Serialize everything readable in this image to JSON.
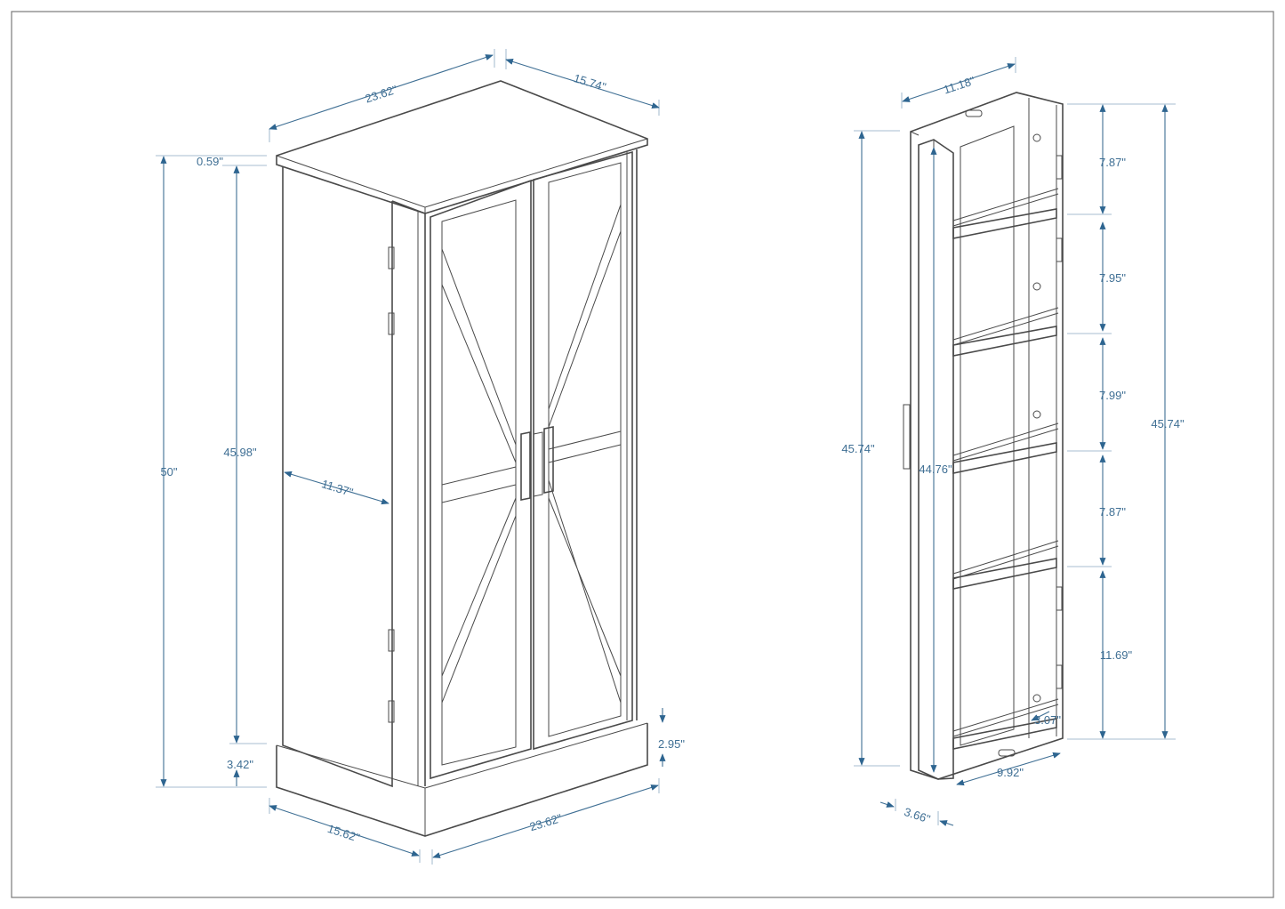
{
  "diagram": {
    "dimension_color": "#3f6f94",
    "line_color": "#4a4a4a",
    "cabinet": {
      "top_width": "23.62\"",
      "top_depth": "15.74\"",
      "top_thickness": "0.59\"",
      "total_height": "50\"",
      "door_height": "45.98\"",
      "inner_width": "11.37\"",
      "base_height": "3.42\"",
      "base_front_height": "2.95\"",
      "base_depth": "15.62\"",
      "base_width": "23.62\""
    },
    "door_rack": {
      "depth": "11.18\"",
      "outer_height_left": "45.74\"",
      "inner_height": "44.76\"",
      "outer_height_right": "45.74\"",
      "shelf_spacings": [
        "7.87\"",
        "7.95\"",
        "7.99\"",
        "7.87\"",
        "11.69\""
      ],
      "rail_height": "3.07\"",
      "inner_depth": "9.92\"",
      "panel_thickness": "3.66\""
    }
  }
}
